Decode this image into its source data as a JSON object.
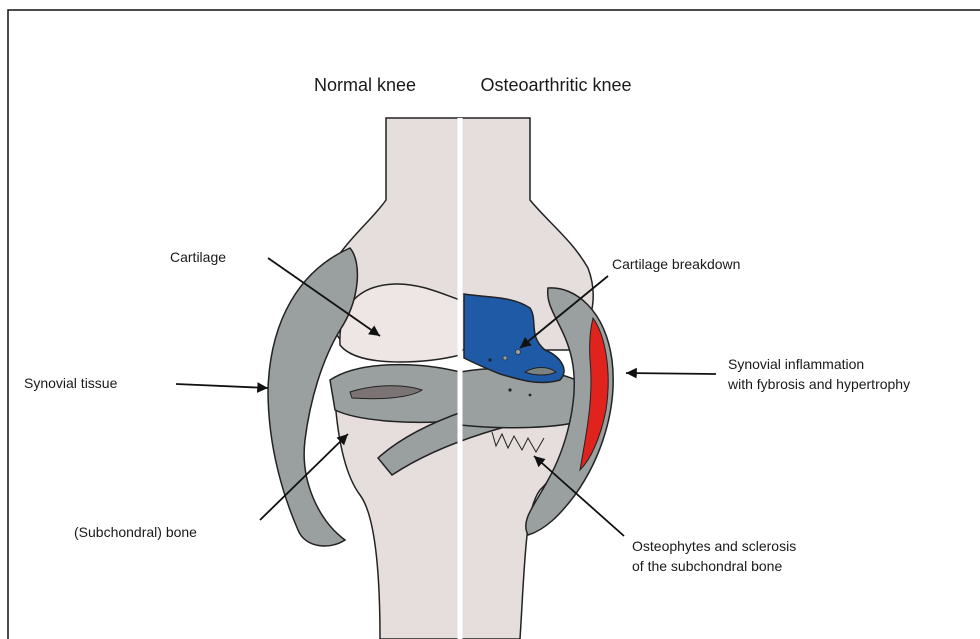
{
  "headings": {
    "normal": "Normal knee",
    "oa": "Osteoarthritic knee"
  },
  "labels": {
    "cartilage": "Cartilage",
    "synovial_tissue": "Synovial tissue",
    "subchondral_bone": "(Subchondral) bone",
    "cartilage_breakdown": "Cartilage breakdown",
    "synovial_inflammation_line1": "Synovial inflammation",
    "synovial_inflammation_line2": "with fybrosis and hypertrophy",
    "osteophytes_line1": "Osteophytes and sclerosis",
    "osteophytes_line2": "of the subchondral bone"
  },
  "colors": {
    "bone": "#e6dedc",
    "ligament": "#9aa0a0",
    "ligament_dark": "#7c8282",
    "cartilage_loss": "#1f5aa6",
    "inflammation": "#e0231c",
    "outline": "#222222"
  }
}
